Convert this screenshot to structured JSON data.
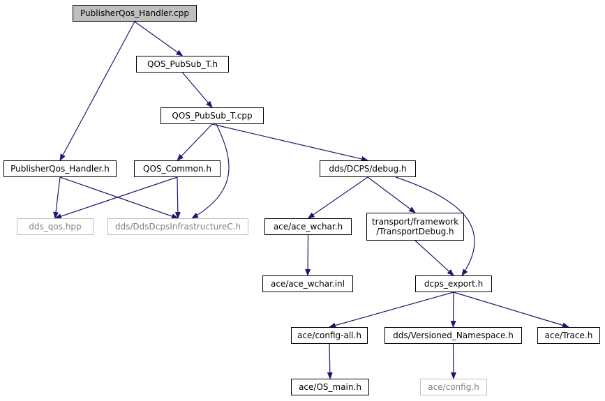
{
  "colors": {
    "edge": "#191970",
    "node_border": "#000000",
    "missing_border": "#bfbfbf",
    "root_fill": "#bfbfbf"
  },
  "nodes": {
    "publisherqos_handler_cpp": "PublisherQos_Handler.cpp",
    "qos_pubsub_t_h": "QOS_PubSub_T.h",
    "qos_pubsub_t_cpp": "QOS_PubSub_T.cpp",
    "publisherqos_handler_h": "PublisherQos_Handler.h",
    "qos_common_h": "QOS_Common.h",
    "dcps_debug_h": "dds/DCPS/debug.h",
    "dds_qos_hpp": "dds_qos.hpp",
    "dds_infrastructure": "dds/DdsDcpsInfrastructureC.h",
    "ace_wchar_h": "ace/ace_wchar.h",
    "transport_debug_line1": "transport/framework",
    "transport_debug_line2": "/TransportDebug.h",
    "ace_wchar_inl": "ace/ace_wchar.inl",
    "dcps_export_h": "dcps_export.h",
    "ace_config_all_h": "ace/config-all.h",
    "versioned_namespace_h": "dds/Versioned_Namespace.h",
    "ace_trace_h": "ace/Trace.h",
    "ace_os_main_h": "ace/OS_main.h",
    "ace_config_h": "ace/config.h"
  },
  "edges": [
    [
      "publisherqos_handler_cpp",
      "qos_pubsub_t_h"
    ],
    [
      "publisherqos_handler_cpp",
      "publisherqos_handler_h"
    ],
    [
      "qos_pubsub_t_h",
      "qos_pubsub_t_cpp"
    ],
    [
      "qos_pubsub_t_cpp",
      "qos_common_h"
    ],
    [
      "qos_pubsub_t_cpp",
      "dds_infrastructure"
    ],
    [
      "qos_pubsub_t_cpp",
      "dcps_debug_h"
    ],
    [
      "publisherqos_handler_h",
      "dds_qos_hpp"
    ],
    [
      "publisherqos_handler_h",
      "dds_infrastructure"
    ],
    [
      "qos_common_h",
      "dds_qos_hpp"
    ],
    [
      "qos_common_h",
      "dds_infrastructure"
    ],
    [
      "dcps_debug_h",
      "ace_wchar_h"
    ],
    [
      "dcps_debug_h",
      "transport_debug"
    ],
    [
      "dcps_debug_h",
      "dcps_export_h"
    ],
    [
      "ace_wchar_h",
      "ace_wchar_inl"
    ],
    [
      "transport_debug",
      "dcps_export_h"
    ],
    [
      "dcps_export_h",
      "ace_config_all_h"
    ],
    [
      "dcps_export_h",
      "versioned_namespace_h"
    ],
    [
      "dcps_export_h",
      "ace_trace_h"
    ],
    [
      "ace_config_all_h",
      "ace_os_main_h"
    ],
    [
      "versioned_namespace_h",
      "ace_config_h"
    ]
  ]
}
